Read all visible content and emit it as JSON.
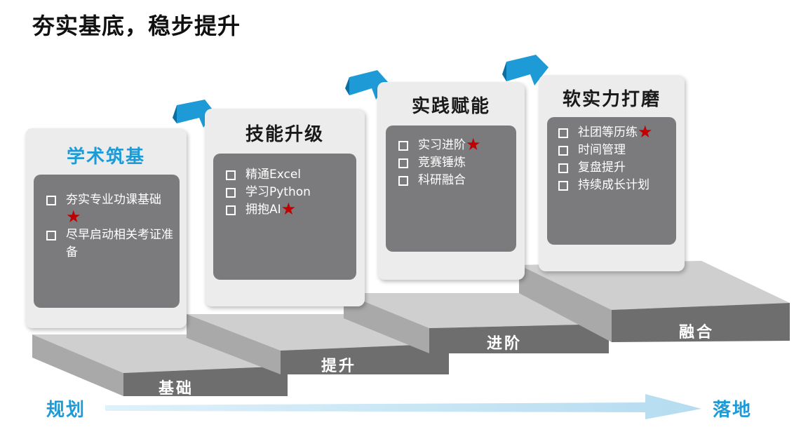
{
  "title": "夯实基底，稳步提升",
  "colors": {
    "accent": "#1e9bd7",
    "star": "#c00000",
    "card": "#ececec",
    "inner": "#7b7b7d",
    "timeline": "#c9e7f5"
  },
  "cards": [
    {
      "title": "学术筑基",
      "items": [
        {
          "text": "夯实专业功课基础",
          "star": true
        },
        {
          "text": "尽早启动相关考证准备",
          "star": false
        }
      ]
    },
    {
      "title": "技能升级",
      "items": [
        {
          "text": "精通Excel",
          "star": false
        },
        {
          "text": "学习Python",
          "star": false
        },
        {
          "text": "拥抱AI",
          "star": true
        }
      ]
    },
    {
      "title": "实践赋能",
      "items": [
        {
          "text": "实习进阶",
          "star": true
        },
        {
          "text": "竞赛锤炼",
          "star": false
        },
        {
          "text": "科研融合",
          "star": false
        }
      ]
    },
    {
      "title": "软实力打磨",
      "items": [
        {
          "text": "社团等历练",
          "star": true
        },
        {
          "text": "时间管理",
          "star": false
        },
        {
          "text": "复盘提升",
          "star": false
        },
        {
          "text": "持续成长计划",
          "star": false
        }
      ]
    }
  ],
  "stages": [
    "基础",
    "提升",
    "进阶",
    "融合"
  ],
  "timeline": {
    "start": "规划",
    "end": "落地"
  },
  "star_icon": "★",
  "arrow_icon": "curved-arrow-icon"
}
